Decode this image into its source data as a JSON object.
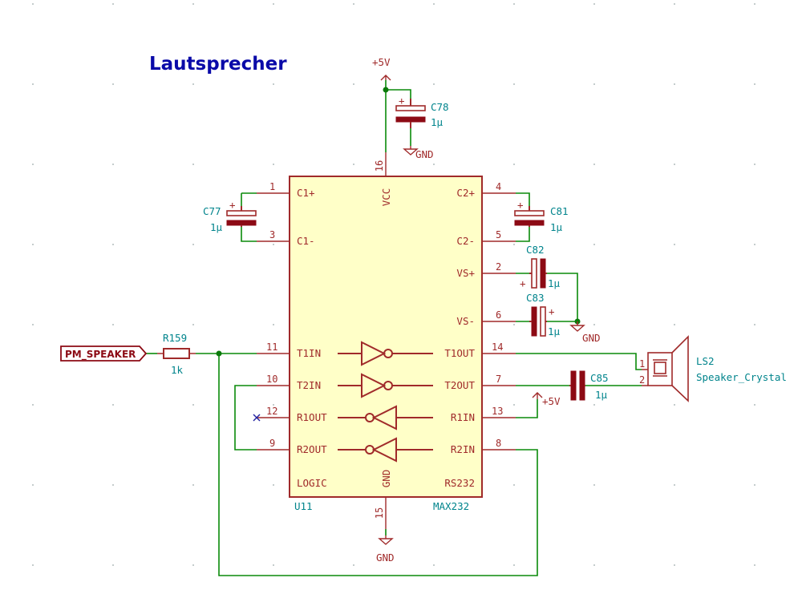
{
  "title": "Lautsprecher",
  "ic": {
    "ref": "U11",
    "value": "MAX232",
    "left_pins": [
      {
        "num": "1",
        "name": "C1+"
      },
      {
        "num": "3",
        "name": "C1-"
      },
      {
        "num": "11",
        "name": "T1IN"
      },
      {
        "num": "10",
        "name": "T2IN"
      },
      {
        "num": "12",
        "name": "R1OUT"
      },
      {
        "num": "9",
        "name": "R2OUT"
      }
    ],
    "right_pins": [
      {
        "num": "4",
        "name": "C2+"
      },
      {
        "num": "5",
        "name": "C2-"
      },
      {
        "num": "2",
        "name": "VS+"
      },
      {
        "num": "6",
        "name": "VS-"
      },
      {
        "num": "14",
        "name": "T1OUT"
      },
      {
        "num": "7",
        "name": "T2OUT"
      },
      {
        "num": "13",
        "name": "R1IN"
      },
      {
        "num": "8",
        "name": "R2IN"
      }
    ],
    "top_pin": {
      "num": "16",
      "name": "VCC"
    },
    "bottom_pin": {
      "num": "15",
      "name": "GND"
    },
    "corner_labels": {
      "left": "LOGIC",
      "right": "RS232"
    }
  },
  "components": {
    "c78": {
      "ref": "C78",
      "value": "1µ"
    },
    "c77": {
      "ref": "C77",
      "value": "1µ"
    },
    "c81": {
      "ref": "C81",
      "value": "1µ"
    },
    "c82": {
      "ref": "C82",
      "value": "1µ"
    },
    "c83": {
      "ref": "C83",
      "value": "1µ"
    },
    "c85": {
      "ref": "C85",
      "value": "1µ"
    },
    "r159": {
      "ref": "R159",
      "value": "1k"
    },
    "ls2": {
      "ref": "LS2",
      "value": "Speaker_Crystal",
      "pin1": "1",
      "pin2": "2"
    }
  },
  "power": {
    "vcc_top": "+5V",
    "vcc_r1in": "+5V",
    "gnd_c78": "GND",
    "gnd_vs": "GND",
    "gnd_ic": "GND"
  },
  "global_label": "PM_SPEAKER",
  "colors": {
    "component": "#a02a2a",
    "wire": "#0a8a0a",
    "reference": "#00848c",
    "title": "#0a0aa8",
    "ic_fill": "#ffffc8"
  }
}
